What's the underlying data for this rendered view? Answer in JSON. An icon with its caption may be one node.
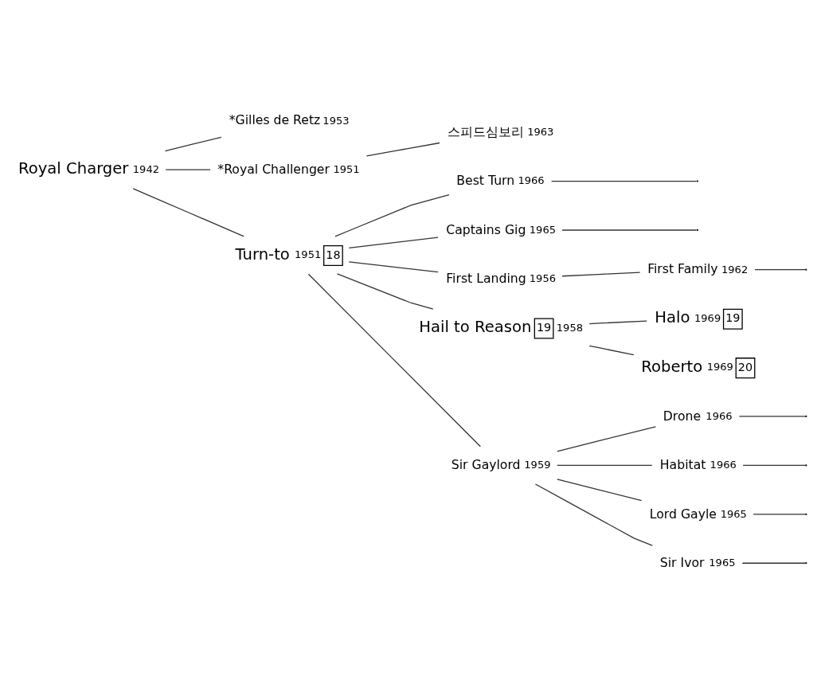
{
  "diagram": {
    "nodes": [
      {
        "text": [
          "Royal Charger",
          "1942"
        ]
      },
      {
        "text": [
          "*Gilles de Retz",
          "1953"
        ]
      },
      {
        "text": [
          "*Royal Challenger",
          "1951"
        ]
      },
      {
        "text": [
          "스피드심보리",
          "1963"
        ]
      },
      {
        "text": [
          "Turn-to",
          "1951",
          "18"
        ]
      },
      {
        "text": [
          "Best Turn",
          "1966"
        ]
      },
      {
        "text": [
          "Captains Gig",
          "1965"
        ]
      },
      {
        "text": [
          "First Landing",
          "1956"
        ]
      },
      {
        "text": [
          "First Family",
          "1962"
        ]
      },
      {
        "text": [
          "Hail to Reason",
          "19",
          "1958"
        ]
      },
      {
        "text": [
          "Halo",
          "1969",
          "19"
        ]
      },
      {
        "text": [
          "Roberto",
          "1969",
          "20"
        ]
      },
      {
        "text": [
          "Sir Gaylord",
          "1959"
        ]
      },
      {
        "text": [
          "Drone",
          "1966"
        ]
      },
      {
        "text": [
          "Habitat",
          "1966"
        ]
      },
      {
        "text": [
          "Lord Gayle",
          "1965"
        ]
      },
      {
        "text": [
          "Sir Ivor",
          "1965"
        ]
      }
    ],
    "edges": [
      {
        "from": 0,
        "to": 1,
        "arrow": "none"
      },
      {
        "from": 0,
        "to": 2,
        "arrow": "none"
      },
      {
        "from": 0,
        "to": 4,
        "arrow": "none"
      },
      {
        "from": 2,
        "to": 3,
        "arrow": "none"
      },
      {
        "from": 4,
        "to": 5,
        "arrow": "none"
      },
      {
        "from": 4,
        "to": 6,
        "arrow": "none"
      },
      {
        "from": 4,
        "to": 7,
        "arrow": "none"
      },
      {
        "from": 4,
        "to": 9,
        "arrow": "none"
      },
      {
        "from": 4,
        "to": 12,
        "arrow": "none"
      },
      {
        "from": 7,
        "to": 8,
        "arrow": "none"
      },
      {
        "from": 9,
        "to": 10,
        "arrow": "none"
      },
      {
        "from": 9,
        "to": 11,
        "arrow": "none"
      },
      {
        "from": 12,
        "to": 13,
        "arrow": "none"
      },
      {
        "from": 12,
        "to": 14,
        "arrow": "none"
      },
      {
        "from": 12,
        "to": 15,
        "arrow": "none"
      },
      {
        "from": 12,
        "to": 16,
        "arrow": "none"
      },
      {
        "from": 5,
        "to": null,
        "arrow": "none"
      },
      {
        "from": 6,
        "to": null,
        "arrow": "none"
      },
      {
        "from": 8,
        "to": null,
        "arrow": "none"
      },
      {
        "from": 13,
        "to": null,
        "arrow": "none"
      },
      {
        "from": 14,
        "to": null,
        "arrow": "none"
      },
      {
        "from": 15,
        "to": null,
        "arrow": "none"
      },
      {
        "from": 16,
        "to": null,
        "arrow": "none"
      }
    ]
  }
}
